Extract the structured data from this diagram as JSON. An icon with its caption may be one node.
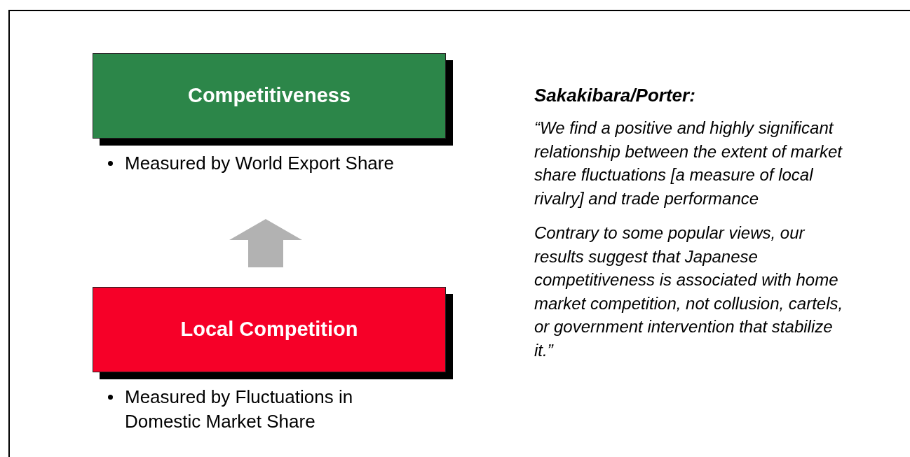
{
  "diagram": {
    "nodes": [
      {
        "text": [
          "Competitiveness"
        ],
        "beside": [
          "Measured by World Export Share"
        ]
      },
      {
        "text": [
          "Local Competition"
        ],
        "beside": [
          "Measured by Fluctuations in Domestic Market Share"
        ]
      }
    ],
    "edges": [
      {
        "from": 1,
        "to": 0,
        "arrow": "to",
        "style": "thick",
        "color": "#b2b2b2"
      }
    ],
    "labels": [
      "Sakakibara/Porter:",
      "“We find a positive and highly significant relationship between the extent of market share fluctuations [a measure of local rivalry] and trade performance",
      "Contrary to some popular views, our results suggest that Japanese competitiveness is associated with home market competition, not collusion, cartels, or government intervention that stabilize it.”"
    ]
  }
}
